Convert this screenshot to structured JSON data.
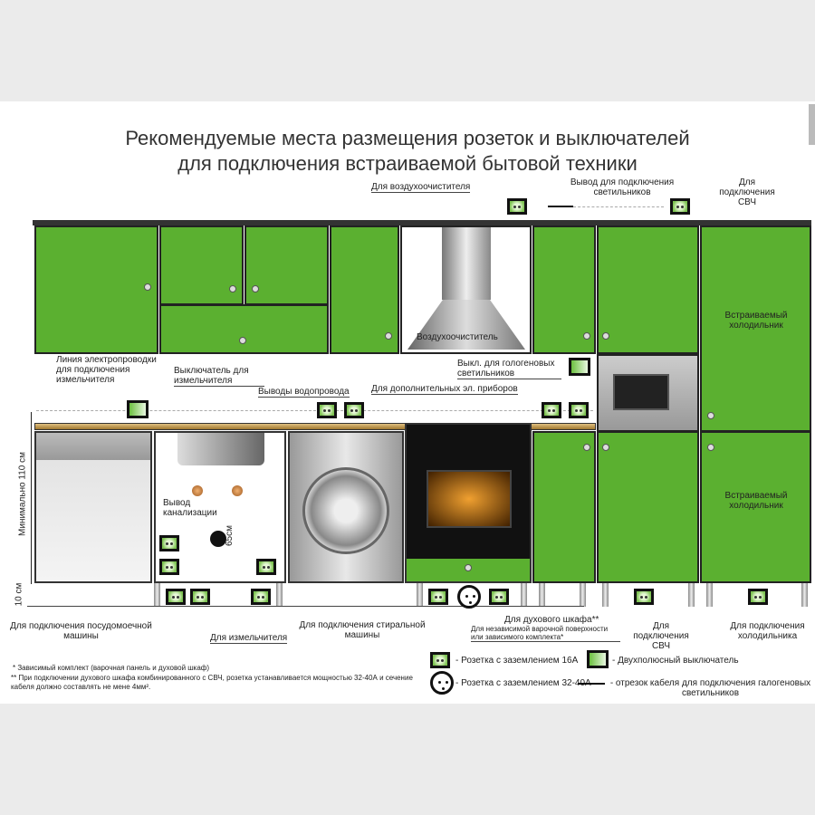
{
  "title": {
    "line1": "Рекомендуемые места размещения розеток и выключателей",
    "line2": "для подключения встраиваемой бытовой техники"
  },
  "labels": {
    "air_cleaner_outlet": "Для воздухоочистителя",
    "lights_outlet": "Вывод для подключения светильников",
    "microwave_top": "Для подключения СВЧ",
    "hood": "Воздухоочиститель",
    "fridge_upper": "Встраиваемый холодильник",
    "fridge_lower": "Встраиваемый холодильник",
    "wiring_line": "Линия электропроводки для подключения измельчителя",
    "grinder_switch": "Выключатель для измельчителя",
    "water_outlets": "Выводы водопровода",
    "extra_appliances": "Для дополнительных  эл. приборов",
    "halogen_switch": "Выкл. для гологеновых светильников",
    "min_height": "Минимально 110 см",
    "ten_cm": "10 см",
    "sewer": "Вывод канализации",
    "sixty_five": "65см",
    "dishwasher": "Для подключения посудомоечной машины",
    "grinder": "Для измельчителя",
    "washer": "Для подключения стиральной машины",
    "oven": "Для духового шкафа**",
    "hob": "Для независимой варочной поверхности или зависимого комплекта*",
    "microwave": "Для подключения СВЧ",
    "fridge": "Для подключения холодильника"
  },
  "legend": {
    "socket16": "- Розетка с заземлением 16А",
    "switch2": "- Двухполюсный выключатель",
    "socket32": "- Розетка с заземлением 32-40А",
    "cable": "- отрезок кабеля для подключения галогеновых светильников"
  },
  "notes": {
    "n1": "* Зависимый комплект (варочная панель и духовой шкаф)",
    "n2": "** При подключении духового шкафа комбинированного с СВЧ, розетка устанавливается мощностью 32-40А и сечение кабеля должно составлять не мене 4мм²."
  },
  "colors": {
    "cabinet": "#5bb030",
    "counter": "#c8a050"
  }
}
